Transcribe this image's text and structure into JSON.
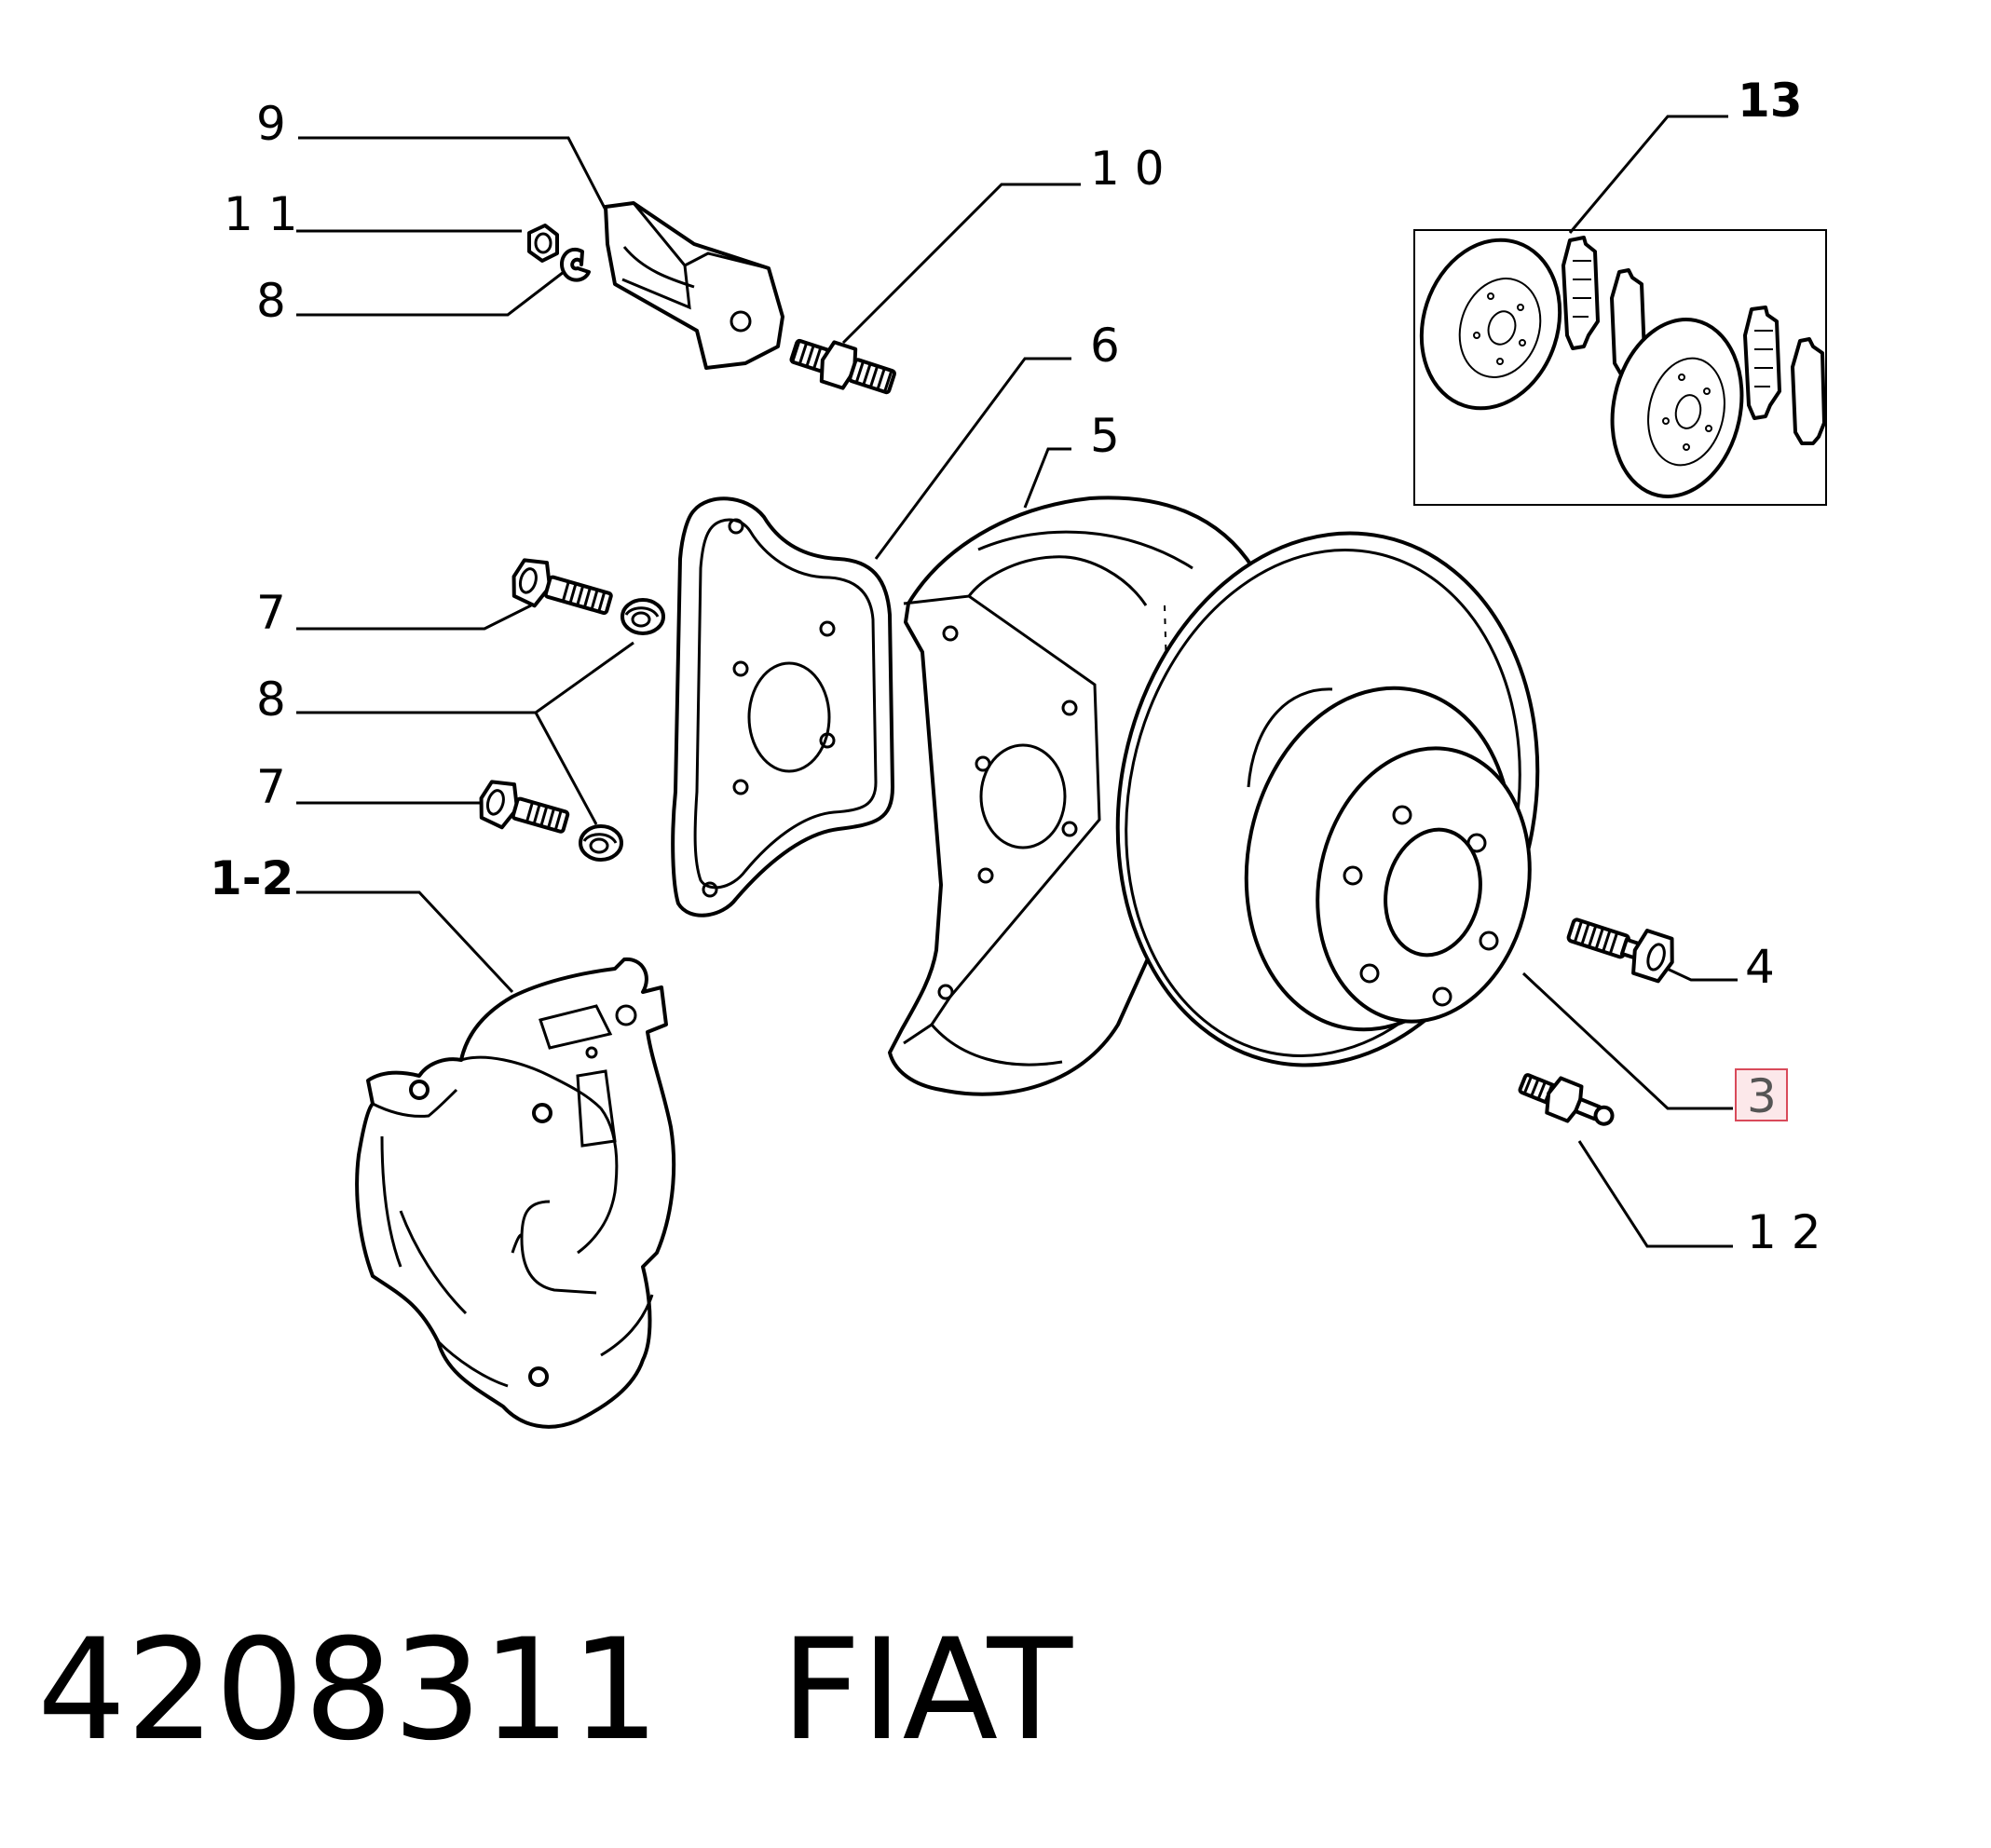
{
  "labels": {
    "l9": "9",
    "l11": "1 1",
    "l8a": "8",
    "l10": "1 0",
    "l6": "6",
    "l5": "5",
    "l13": "13",
    "l7a": "7",
    "l8b": "8",
    "l7b": "7",
    "l12": "1-2",
    "l4": "4",
    "l3": "3",
    "l12b": "1 2"
  },
  "highlight_color": "#d94a5a",
  "footer": {
    "part_number": "4208311",
    "brand": "FIAT"
  }
}
